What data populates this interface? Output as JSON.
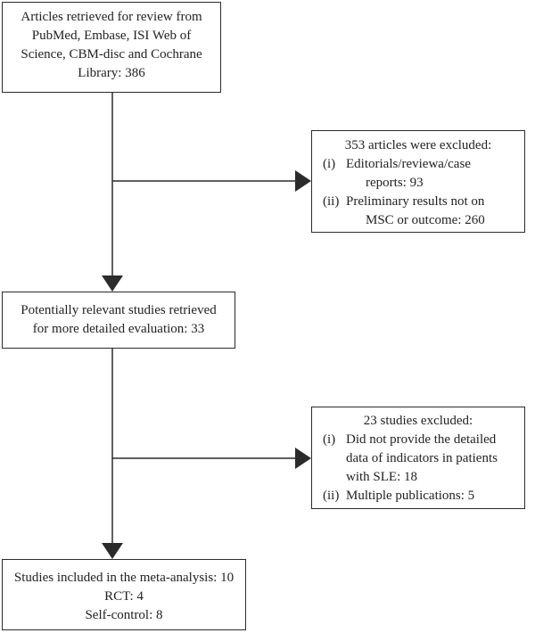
{
  "boxes": {
    "retrieved": {
      "lines": [
        "Articles retrieved for review from",
        "PubMed, Embase, ISI Web of",
        "Science, CBM-disc and Cochrane",
        "Library: 386"
      ]
    },
    "excluded_1": {
      "title": "353 articles were excluded:",
      "items": [
        {
          "num": "(i)",
          "lines": [
            "Editorials/reviewa/case",
            "reports: 93"
          ]
        },
        {
          "num": "(ii)",
          "lines": [
            "Preliminary results not on",
            "MSC or outcome: 260"
          ]
        }
      ]
    },
    "relevant": {
      "lines": [
        "Potentially relevant studies retrieved",
        "for more detailed evaluation: 33"
      ]
    },
    "excluded_2": {
      "title": "23 studies excluded:",
      "items": [
        {
          "num": "(i)",
          "lines": [
            "Did not provide the detailed",
            "data of indicators in patients",
            "with SLE: 18"
          ]
        },
        {
          "num": "(ii)",
          "lines": [
            "Multiple publications: 5"
          ]
        }
      ]
    },
    "included": {
      "lines": [
        "Studies included in the meta-analysis: 10",
        "RCT: 4",
        "Self-control: 8"
      ]
    }
  }
}
